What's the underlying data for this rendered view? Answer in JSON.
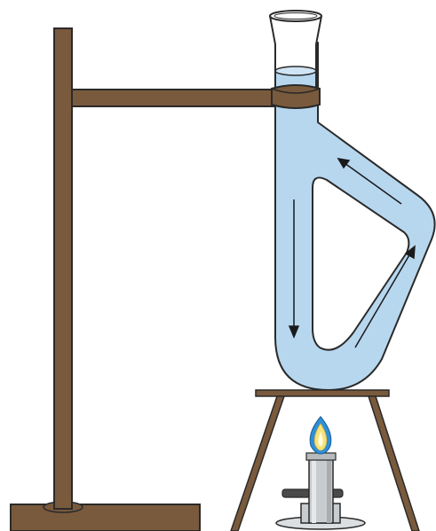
{
  "diagram": {
    "colors": {
      "wood": "#7a5a3c",
      "outline": "#2a2a2a",
      "water": "#b7d7ef",
      "water_dark": "#9cc7e8",
      "glass": "#e9f3fb",
      "flame_outer": "#2f8fd8",
      "flame_inner": "#f7e37a",
      "burner_gray": "#c9ccce",
      "burner_dark": "#4a4a4a",
      "arrow": "#1a1a1a"
    },
    "icons": [
      "retort-stand",
      "clamp",
      "convection-tube",
      "flow-arrow",
      "tripod",
      "bunsen-burner",
      "flame"
    ]
  }
}
